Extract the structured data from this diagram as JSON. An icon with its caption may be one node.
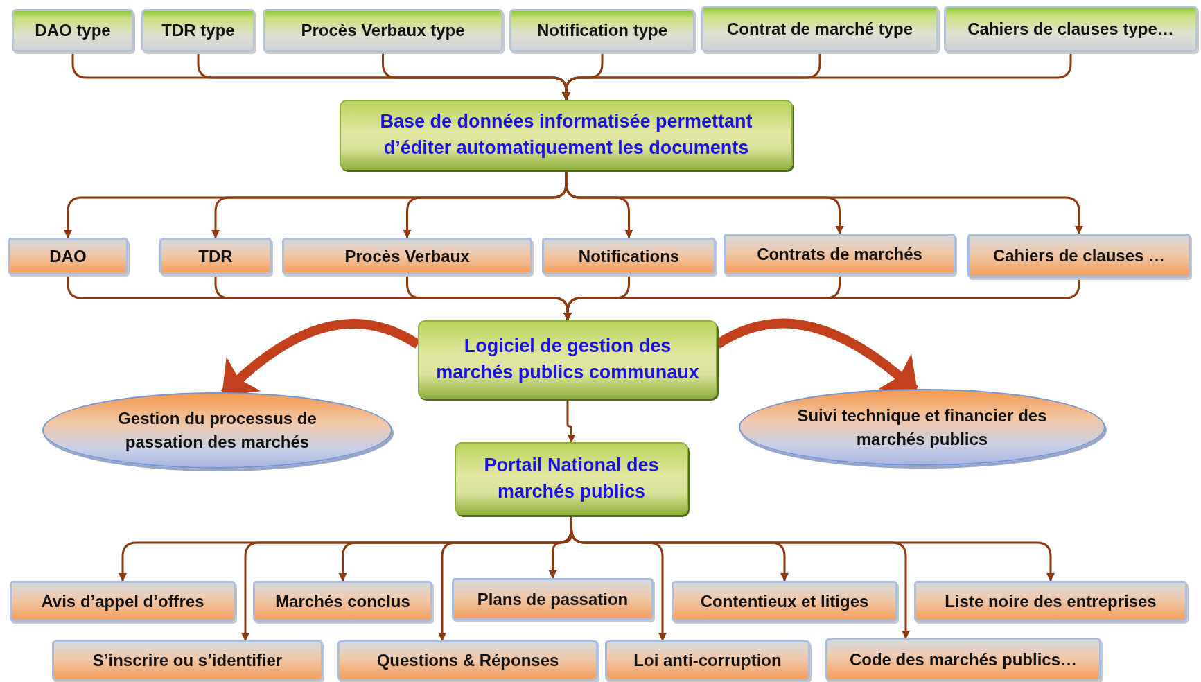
{
  "diagram": {
    "nodes": [
      {
        "text": [
          "DAO type"
        ]
      },
      {
        "text": [
          "TDR type"
        ]
      },
      {
        "text": [
          "Procès Verbaux type"
        ]
      },
      {
        "text": [
          "Notification type"
        ]
      },
      {
        "text": [
          "Contrat de marché type"
        ]
      },
      {
        "text": [
          "Cahiers de clauses type…"
        ]
      },
      {
        "text": [
          "Base de données informatisée permettant d’éditer automatiquement les documents"
        ]
      },
      {
        "text": [
          "DAO"
        ]
      },
      {
        "text": [
          "TDR"
        ]
      },
      {
        "text": [
          "Procès Verbaux"
        ]
      },
      {
        "text": [
          "Notifications"
        ]
      },
      {
        "text": [
          "Contrats de marchés"
        ]
      },
      {
        "text": [
          "Cahiers de clauses …"
        ]
      },
      {
        "text": [
          "Logiciel de gestion des marchés publics communaux"
        ]
      },
      {
        "text": [
          "Gestion du processus de passation des marchés"
        ]
      },
      {
        "text": [
          "Suivi technique et financier des marchés publics"
        ]
      },
      {
        "text": [
          "Portail National des marchés publics"
        ]
      },
      {
        "text": [
          "Avis d’appel d’offres"
        ]
      },
      {
        "text": [
          "Marchés conclus"
        ]
      },
      {
        "text": [
          "Plans de passation"
        ]
      },
      {
        "text": [
          "Contentieux et litiges"
        ]
      },
      {
        "text": [
          "Liste noire des entreprises"
        ]
      },
      {
        "text": [
          "S’inscrire ou s’identifier"
        ]
      },
      {
        "text": [
          "Questions & Réponses"
        ]
      },
      {
        "text": [
          "Loi anti-corruption"
        ]
      },
      {
        "text": [
          "Code des marchés publics…"
        ]
      }
    ],
    "edges": [
      {
        "from": 0,
        "to": 6,
        "arrow": "to"
      },
      {
        "from": 1,
        "to": 6,
        "arrow": "to"
      },
      {
        "from": 2,
        "to": 6,
        "arrow": "to"
      },
      {
        "from": 3,
        "to": 6,
        "arrow": "to"
      },
      {
        "from": 4,
        "to": 6,
        "arrow": "to"
      },
      {
        "from": 5,
        "to": 6,
        "arrow": "to"
      },
      {
        "from": 6,
        "to": 7,
        "arrow": "to"
      },
      {
        "from": 6,
        "to": 8,
        "arrow": "to"
      },
      {
        "from": 6,
        "to": 9,
        "arrow": "to"
      },
      {
        "from": 6,
        "to": 10,
        "arrow": "to"
      },
      {
        "from": 6,
        "to": 11,
        "arrow": "to"
      },
      {
        "from": 6,
        "to": 12,
        "arrow": "to"
      },
      {
        "from": 7,
        "to": 13,
        "arrow": "to"
      },
      {
        "from": 8,
        "to": 13,
        "arrow": "to"
      },
      {
        "from": 9,
        "to": 13,
        "arrow": "to"
      },
      {
        "from": 10,
        "to": 13,
        "arrow": "to"
      },
      {
        "from": 11,
        "to": 13,
        "arrow": "to"
      },
      {
        "from": 12,
        "to": 13,
        "arrow": "to"
      },
      {
        "from": 13,
        "to": 14,
        "arrow": "to",
        "style": "thick",
        "color": "#c2401c"
      },
      {
        "from": 13,
        "to": 15,
        "arrow": "to",
        "style": "thick",
        "color": "#c2401c"
      },
      {
        "from": 13,
        "to": 16,
        "arrow": "to"
      },
      {
        "from": 16,
        "to": 17,
        "arrow": "to"
      },
      {
        "from": 16,
        "to": 18,
        "arrow": "to"
      },
      {
        "from": 16,
        "to": 19,
        "arrow": "to"
      },
      {
        "from": 16,
        "to": 20,
        "arrow": "to"
      },
      {
        "from": 16,
        "to": 21,
        "arrow": "to"
      },
      {
        "from": 16,
        "to": 22,
        "arrow": "to"
      },
      {
        "from": 16,
        "to": 23,
        "arrow": "to"
      },
      {
        "from": 16,
        "to": 24,
        "arrow": "to"
      },
      {
        "from": 16,
        "to": 25,
        "arrow": "to"
      }
    ]
  }
}
